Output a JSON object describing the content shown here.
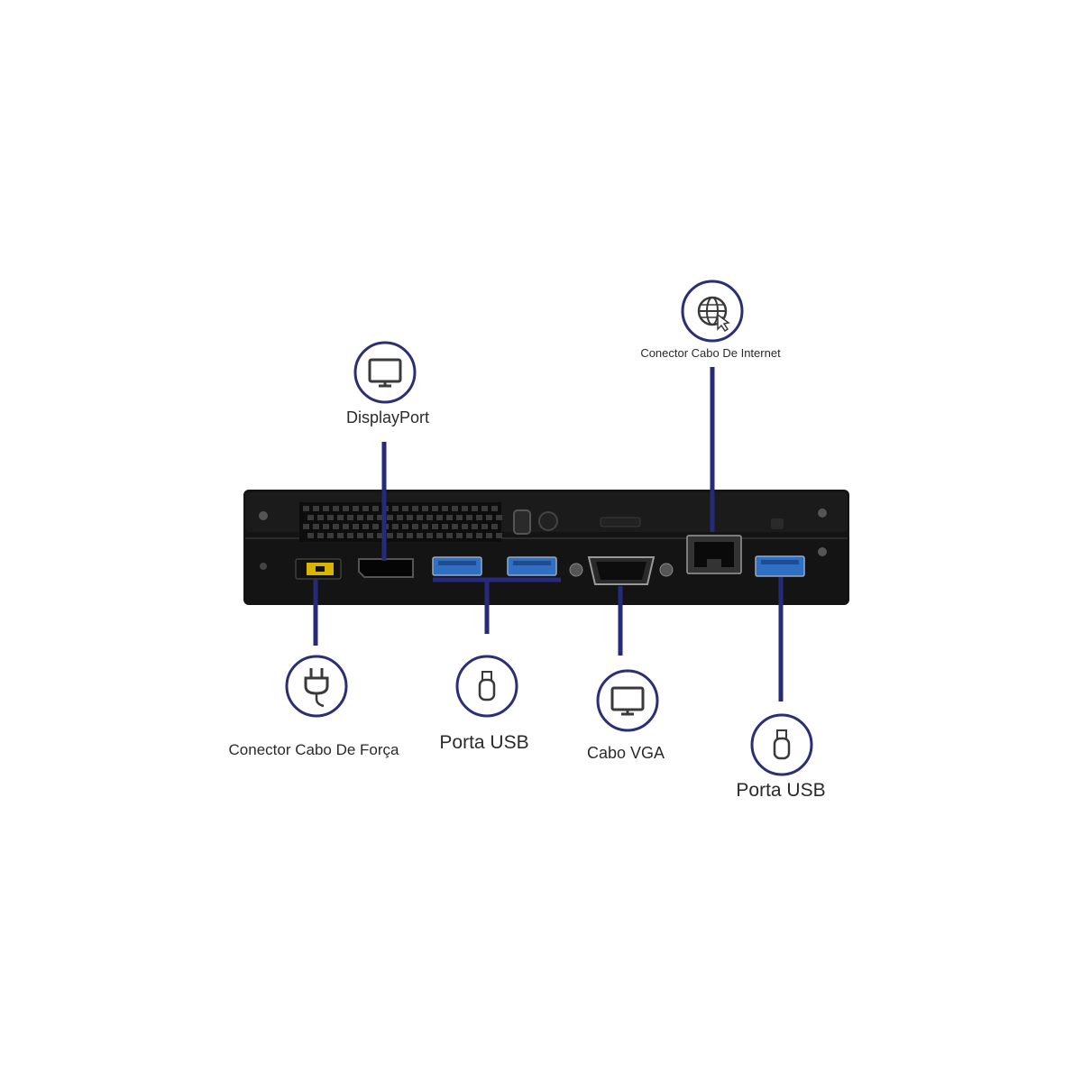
{
  "colors": {
    "connector_line": "#262a7a",
    "icon_ring": "#2b2f73",
    "icon_stroke": "#3a3a3a",
    "device_body": "#141414",
    "usb_port_blue": "#2f6fc4",
    "power_port_yellow": "#d9b400"
  },
  "labels": {
    "displayport": "DisplayPort",
    "internet": "Conector Cabo De Internet",
    "power": "Conector Cabo De Força",
    "usb_front": "Porta USB",
    "vga": "Cabo VGA",
    "usb_right": "Porta USB"
  },
  "icons": {
    "displayport": "monitor-icon",
    "internet": "globe-cursor-icon",
    "power": "power-plug-icon",
    "usb_front": "usb-stick-icon",
    "vga": "monitor-icon",
    "usb_right": "usb-stick-icon"
  }
}
